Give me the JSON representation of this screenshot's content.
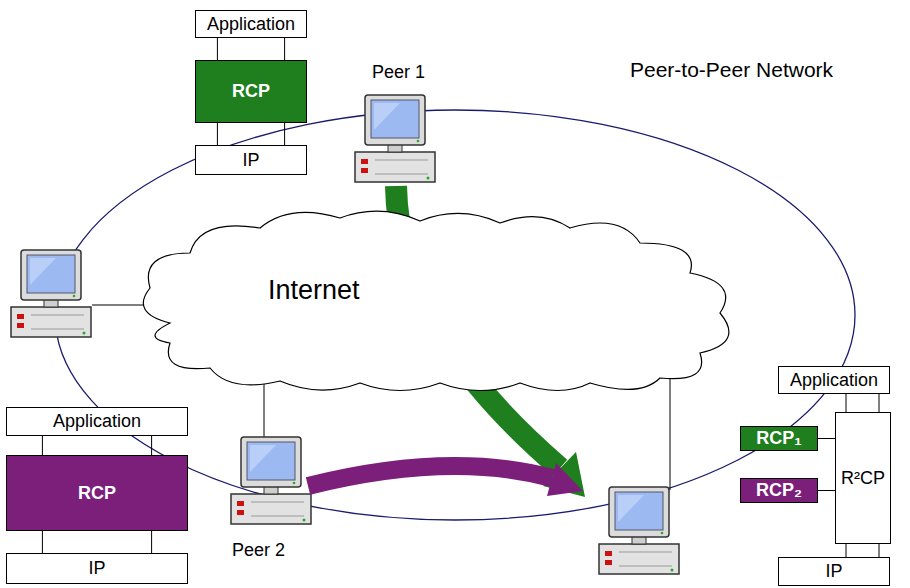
{
  "diagram": {
    "nodes": [
      {
        "text": [
          "Application"
        ]
      },
      {
        "text": [
          "RCP"
        ]
      },
      {
        "text": [
          "IP"
        ]
      },
      {
        "text": [
          "Application"
        ]
      },
      {
        "text": [
          "RCP"
        ]
      },
      {
        "text": [
          "IP"
        ]
      },
      {
        "text": [
          "Application"
        ]
      },
      {
        "text": [
          "RCP₁"
        ]
      },
      {
        "text": [
          "RCP₂"
        ]
      },
      {
        "text": [
          "R²CP"
        ]
      },
      {
        "text": [
          "IP"
        ]
      },
      {
        "text": [
          "Internet"
        ]
      }
    ],
    "edges": [
      {
        "from": 0,
        "to": 1,
        "arrow": "none"
      },
      {
        "from": 1,
        "to": 2,
        "arrow": "none"
      },
      {
        "from": 3,
        "to": 4,
        "arrow": "none"
      },
      {
        "from": 4,
        "to": 5,
        "arrow": "none"
      },
      {
        "from": 6,
        "to": 9,
        "arrow": "none"
      },
      {
        "from": 7,
        "to": 9,
        "arrow": "none"
      },
      {
        "from": 8,
        "to": 9,
        "arrow": "none"
      },
      {
        "from": 9,
        "to": 10,
        "arrow": "none"
      }
    ],
    "labels": [
      "Peer 1",
      "Peer-to-Peer Network",
      "Peer 2"
    ]
  }
}
